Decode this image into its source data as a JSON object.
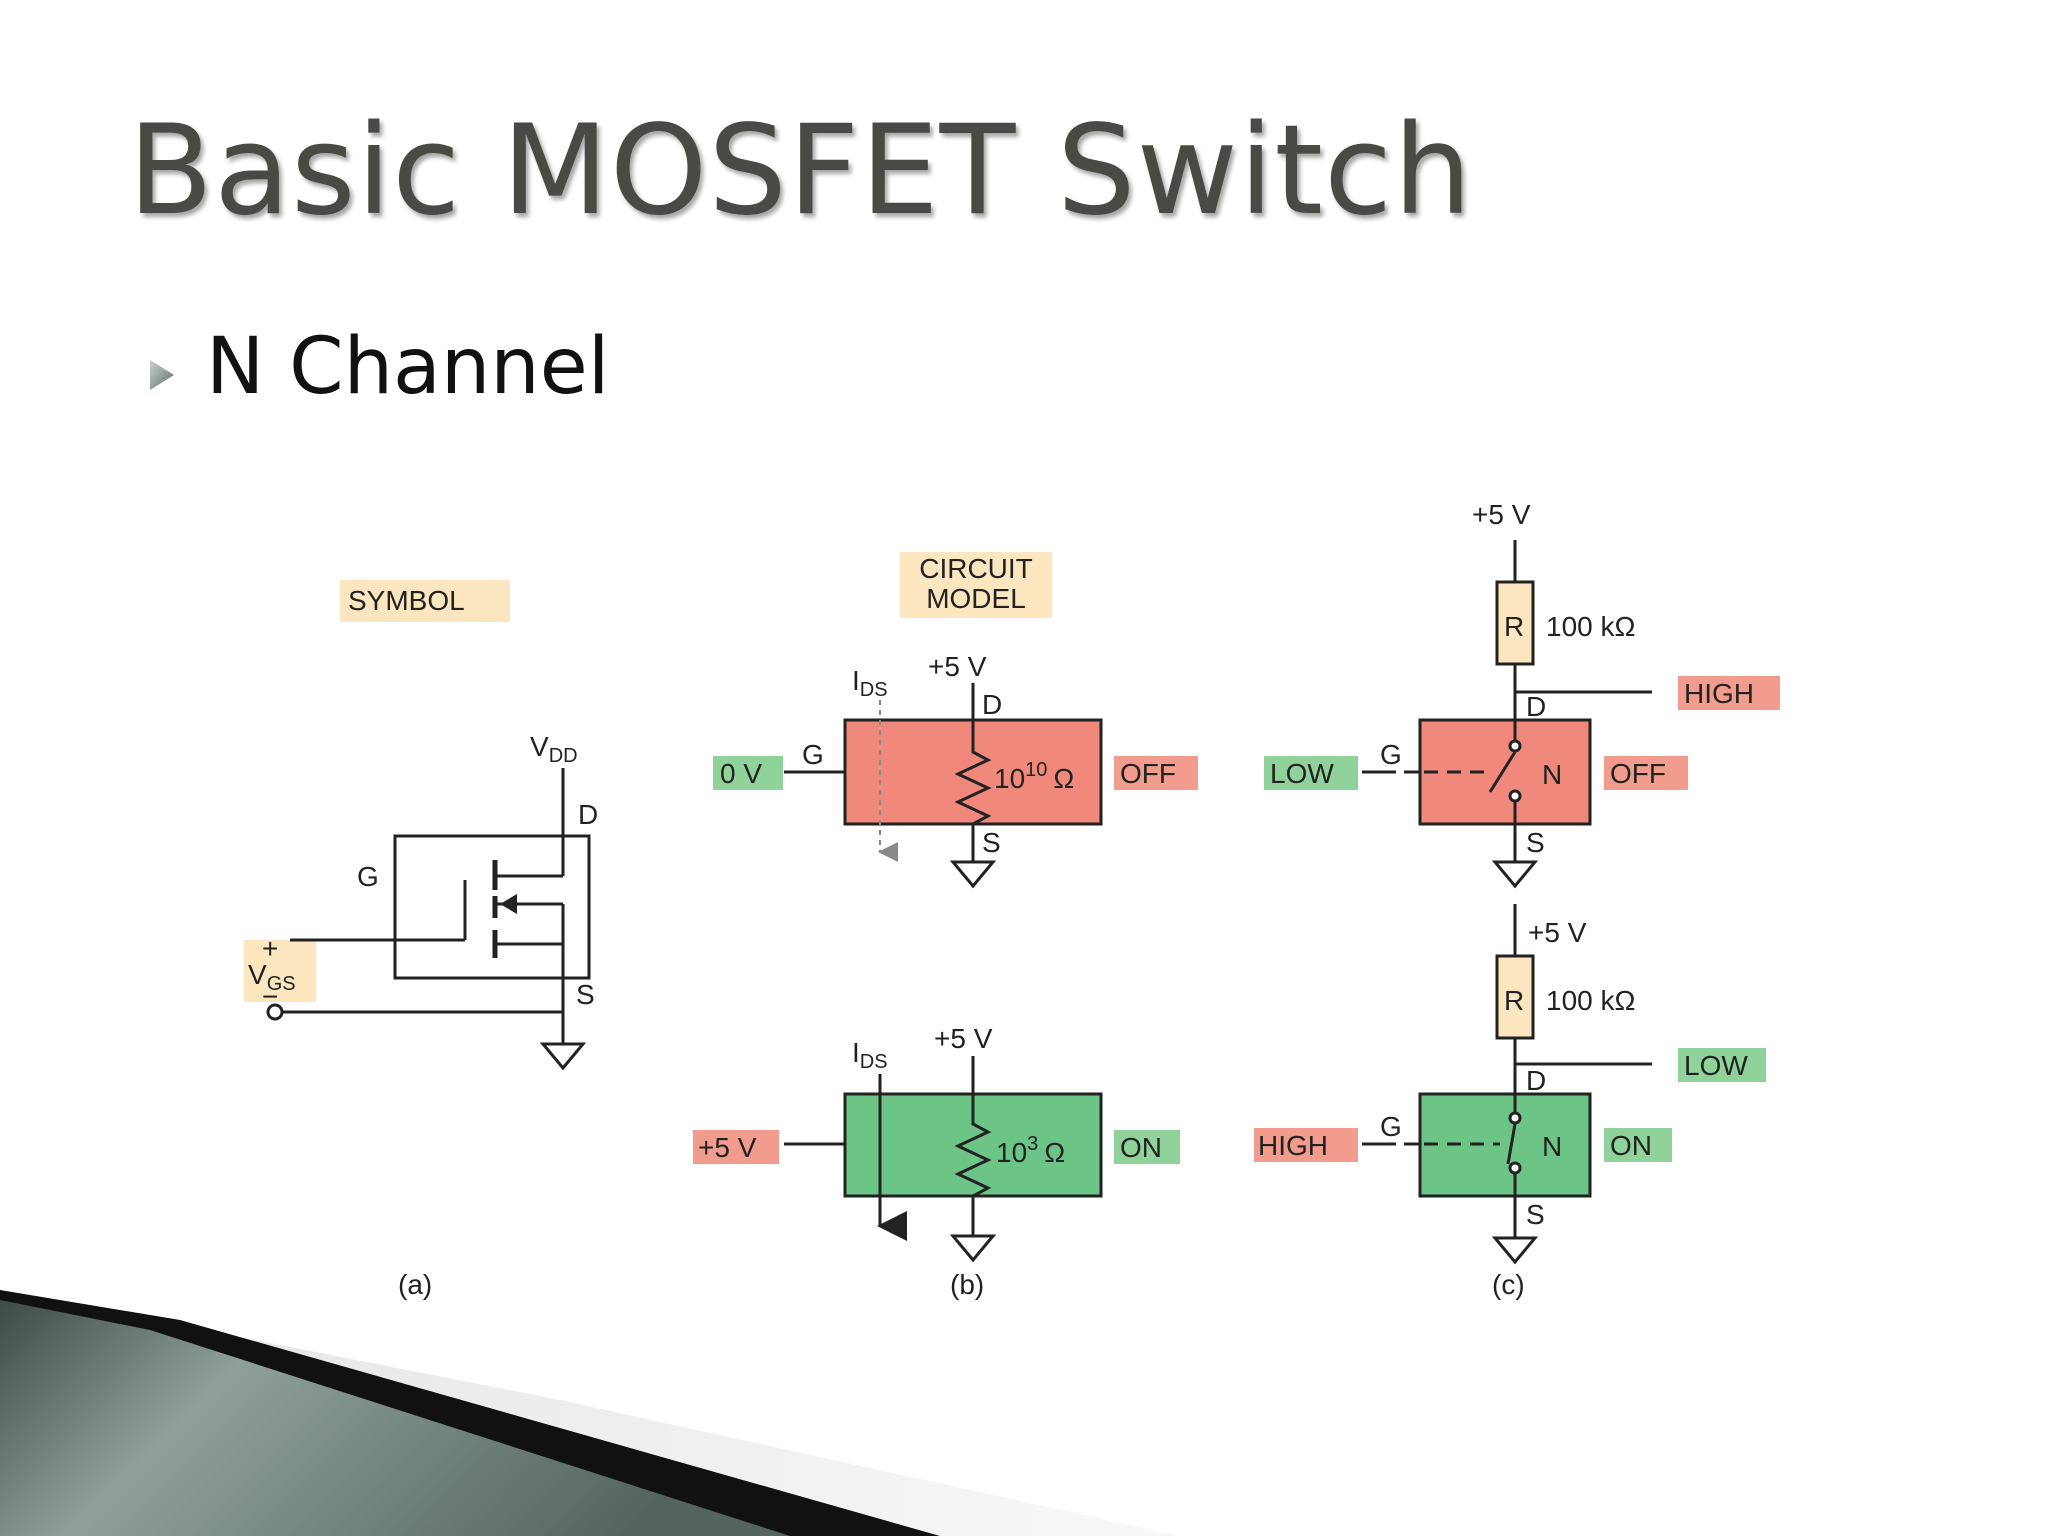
{
  "slide": {
    "title": "Basic MOSFET Switch",
    "bullet": "N Channel"
  },
  "colors": {
    "off_fill": "#f0887c",
    "on_fill": "#6cc487",
    "green_tag": "#8fd39a",
    "red_tag": "#f29c8e",
    "beige_tag": "#fbe6bf",
    "resistor_fill": "#fbe6bf",
    "title_color": "#4a4a44"
  },
  "diagram": {
    "a": {
      "heading": "SYMBOL",
      "vdd": "V",
      "vdd_sub": "DD",
      "d": "D",
      "g": "G",
      "s": "S",
      "plus": "+",
      "vgs": "V",
      "vgs_sub": "GS",
      "minus": "−",
      "caption": "(a)"
    },
    "b": {
      "heading_line1": "CIRCUIT",
      "heading_line2": "MODEL",
      "top": {
        "ids": "I",
        "ids_sub": "DS",
        "supply": "+5 V",
        "d": "D",
        "g": "G",
        "s": "S",
        "gate_value": "0 V",
        "resistance": "10",
        "resistance_exp": "10",
        "unit": "Ω",
        "state": "OFF"
      },
      "bottom": {
        "ids": "I",
        "ids_sub": "DS",
        "supply": "+5 V",
        "gate_value": "+5 V",
        "resistance": "10",
        "resistance_exp": "3",
        "unit": "Ω",
        "state": "ON"
      },
      "caption": "(b)"
    },
    "c": {
      "top": {
        "supply": "+5 V",
        "r": "R",
        "r_value": "100 kΩ",
        "output": "HIGH",
        "d": "D",
        "g": "G",
        "n": "N",
        "s": "S",
        "input": "LOW",
        "state": "OFF"
      },
      "bottom": {
        "supply": "+5 V",
        "r": "R",
        "r_value": "100 kΩ",
        "output": "LOW",
        "d": "D",
        "g": "G",
        "n": "N",
        "s": "S",
        "input": "HIGH",
        "state": "ON"
      },
      "caption": "(c)"
    }
  }
}
